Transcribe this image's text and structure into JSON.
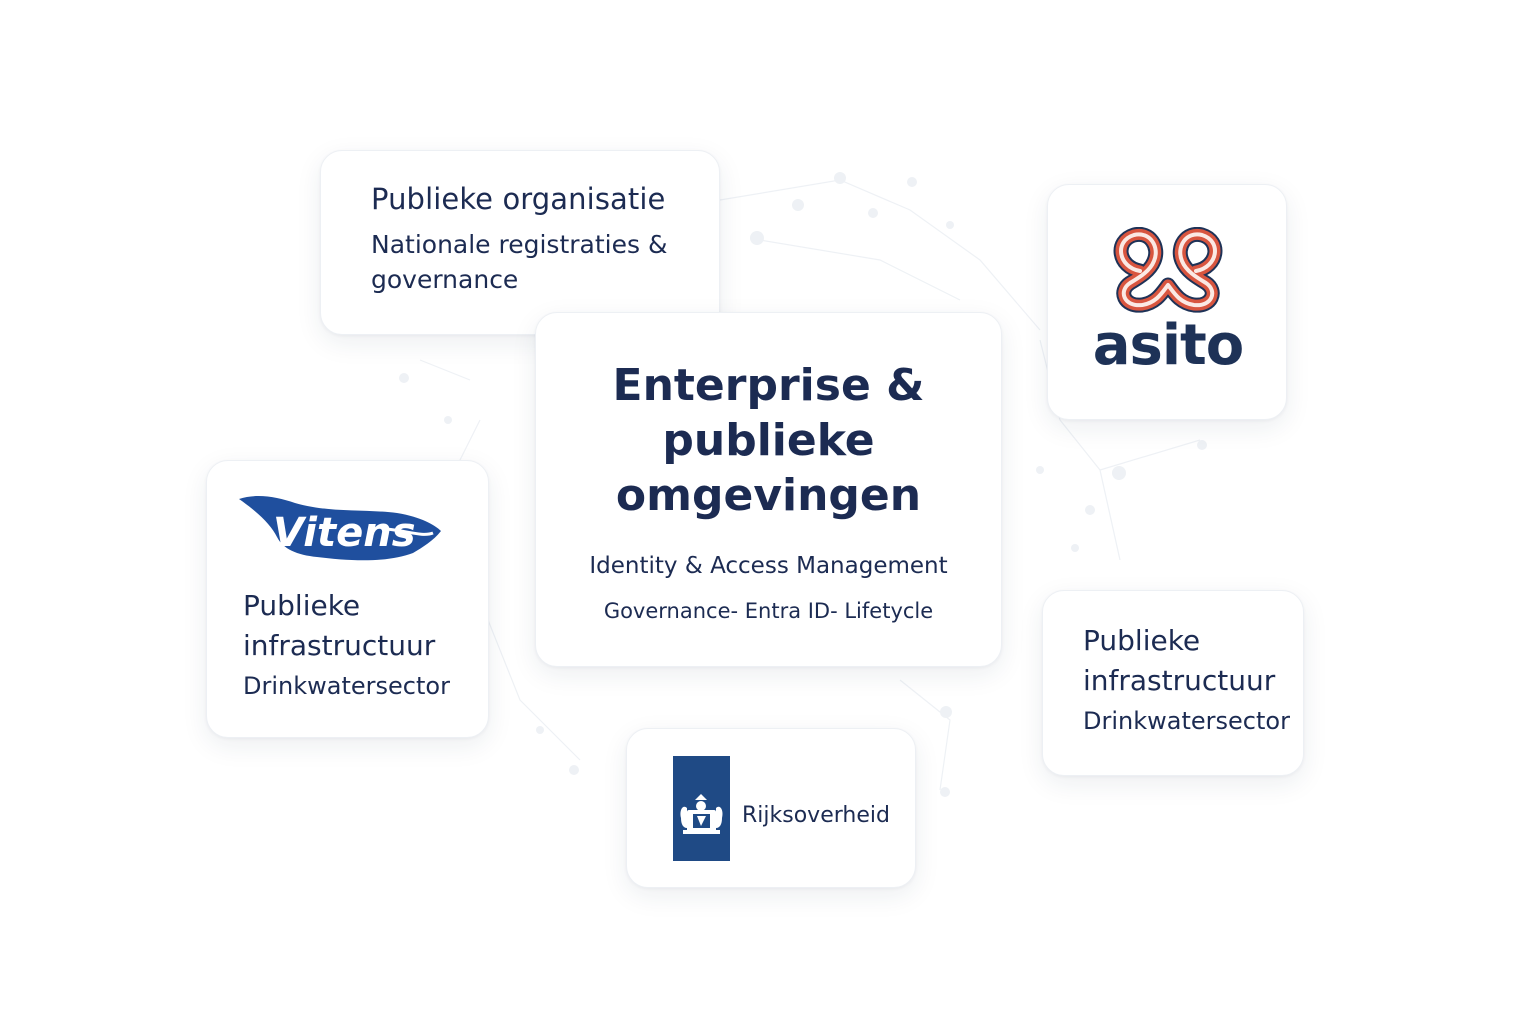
{
  "cards": {
    "public_org": {
      "title": "Publieke organisatie",
      "subtitle": "Nationale registraties & governance"
    },
    "center": {
      "title": "Enterprise & publieke omgevingen",
      "subtitle1": "Identity & Access Management",
      "subtitle2": "Governance- Entra ID- Lifetycle"
    },
    "asito": {
      "logo_text": "asito",
      "logo_colors": {
        "mark": "#d8553f",
        "text": "#1e3257"
      }
    },
    "vitens": {
      "logo_text": "Vitens",
      "title": "Publieke infrastructuur",
      "subtitle": "Drinkwatersector",
      "logo_color": "#1f4f9e"
    },
    "infra_right": {
      "title": "Publieke infrastructuur",
      "subtitle": "Drinkwatersector"
    },
    "rijksoverheid": {
      "label": "Rijksoverheid",
      "emblem_color": "#1f4a85"
    }
  },
  "colors": {
    "text_navy": "#1c2b52",
    "card_border": "#edf0f4"
  }
}
